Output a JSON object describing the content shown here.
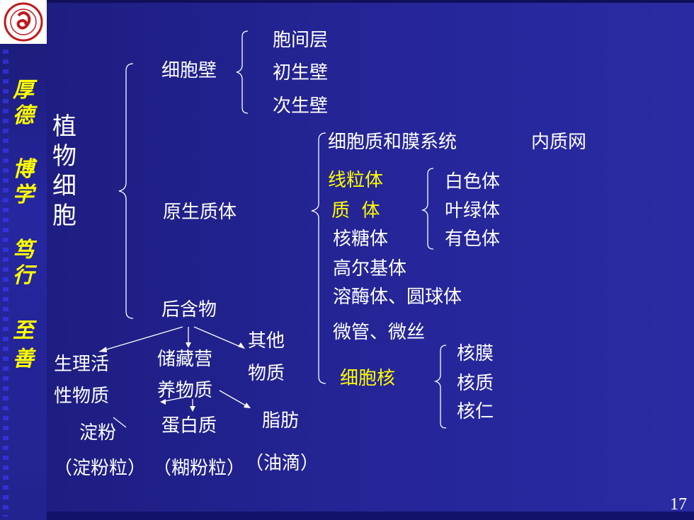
{
  "sidebar": {
    "motto_chars": [
      "厚",
      "德",
      "博",
      "学",
      "笃",
      "行",
      "至",
      "善"
    ]
  },
  "title_chars": [
    "植",
    "物",
    "细",
    "胞"
  ],
  "cell_wall": {
    "label": "细胞壁",
    "items": [
      "胞间层",
      "初生壁",
      "次生壁"
    ]
  },
  "protoplast": {
    "label": "原生质体",
    "cytoplasm_label": "细胞质和膜系统",
    "er_label": "内质网",
    "organelles": [
      "线粒体",
      "质  体",
      "核糖体",
      "高尔基体",
      "溶酶体、圆球体",
      "微管、微丝"
    ],
    "plastids": [
      "白色体",
      "叶绿体",
      "有色体"
    ],
    "nucleus_label": "细胞核",
    "nucleus_parts": [
      "核膜",
      "核质",
      "核仁"
    ]
  },
  "ergastic": {
    "label": "后含物",
    "physio_line1": "生理活",
    "physio_line2": "性物质",
    "storage_line1": "储藏营",
    "storage_line2": "养物质",
    "other_line1": "其他",
    "other_line2": "物质",
    "starch": "淀粉",
    "protein": "蛋白质",
    "fat": "脂肪",
    "starch_grain": "（淀粉粒）",
    "aleurone": "（糊粉粒）",
    "oil_drop": "（油滴）"
  },
  "page_number": "17",
  "colors": {
    "background": "#22228c",
    "text": "#ffffff",
    "highlight": "#ffff00"
  }
}
